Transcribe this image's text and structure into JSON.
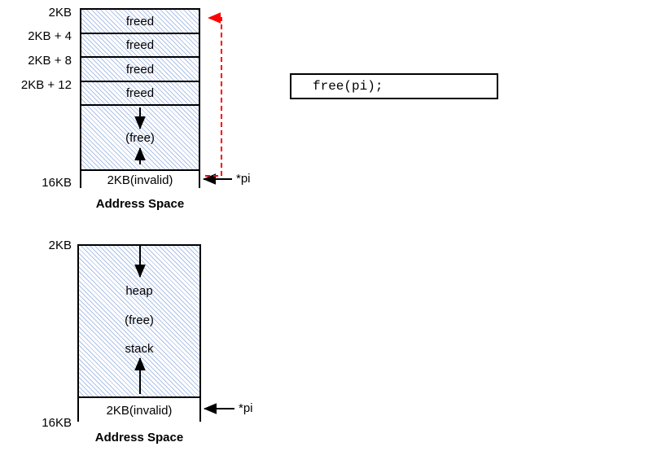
{
  "figure": {
    "title_code": "free(pi);",
    "colors": {
      "hatch": "#aec2e8",
      "stroke": "#000000",
      "freed_pointer_arrow": "#ff0000",
      "background": "#ffffff"
    }
  },
  "code_panel": {
    "code": "free(pi);"
  },
  "top_diagram": {
    "caption": "Address Space",
    "address_labels": [
      {
        "text": "2KB"
      },
      {
        "text": "2KB + 4"
      },
      {
        "text": "2KB + 8"
      },
      {
        "text": "2KB + 12"
      },
      {
        "text": "16KB"
      }
    ],
    "rows": [
      {
        "label": "freed",
        "filled": true
      },
      {
        "label": "freed",
        "filled": true
      },
      {
        "label": "freed",
        "filled": true
      },
      {
        "label": "freed",
        "filled": true
      },
      {
        "label": "(free)",
        "filled": true
      },
      {
        "label": "2KB(invalid)",
        "filled": false
      }
    ],
    "pointer_label": "*pi",
    "annotations": {
      "heap_grow_direction": "down",
      "stack_grow_direction": "up",
      "freed_link": "dashed-red-arrow-from-invalid-row-to-first-freed-row"
    }
  },
  "bottom_diagram": {
    "caption": "Address Space",
    "address_labels": [
      {
        "text": "2KB"
      },
      {
        "text": "16KB"
      }
    ],
    "regions": [
      {
        "label": "heap"
      },
      {
        "label": "(free)"
      },
      {
        "label": "stack"
      }
    ],
    "invalid_row_label": "2KB(invalid)",
    "pointer_label": "*pi"
  }
}
